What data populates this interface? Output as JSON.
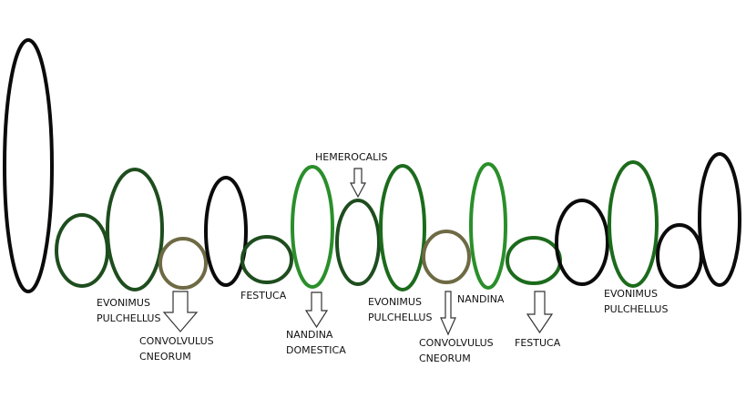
{
  "colors": {
    "background": "#ffffff",
    "black": "#0b0b0b",
    "dark_green": "#1e4d1e",
    "mid_green": "#1c6b1c",
    "bright_green": "#2a8f2a",
    "olive": "#6e6a44",
    "arrow": "#333333"
  },
  "labels": {
    "evonimus_1_line1": "EVONIMUS",
    "evonimus_1_line2": "PULCHELLUS",
    "convolvulus_1_line1": "CONVOLVULUS",
    "convolvulus_1_line2": "CNEORUM",
    "festuca_1": "FESTUCA",
    "hemerocalis": "HEMEROCALIS",
    "nandina_domestica_line1": "NANDINA",
    "nandina_domestica_line2": "DOMESTICA",
    "evonimus_2_line1": "EVONIMUS",
    "evonimus_2_line2": "PULCHELLUS",
    "nandina": "NANDINA",
    "convolvulus_2_line1": "CONVOLVULUS",
    "convolvulus_2_line2": "CNEORUM",
    "festuca_2": "FESTUCA",
    "evonimus_3_line1": "EVONIMUS",
    "evonimus_3_line2": "PULCHELLUS"
  }
}
